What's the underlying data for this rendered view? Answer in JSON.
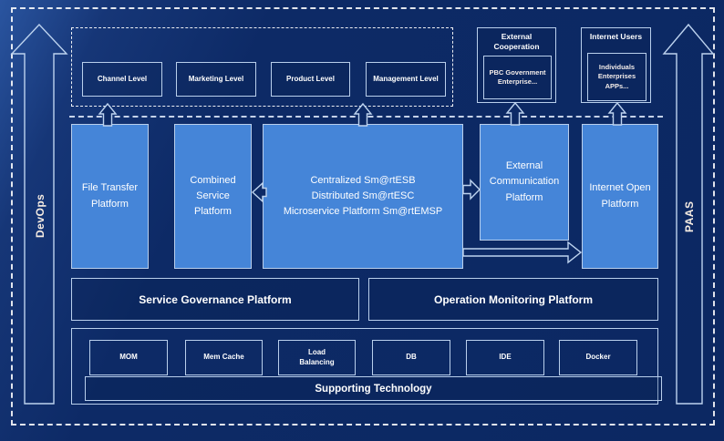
{
  "colors": {
    "background": "#0d2a66",
    "platform_fill": "#4585d8",
    "border_light": "#b9cfec",
    "dashed_white": "#ffffff",
    "text": "#ffffff"
  },
  "rails": {
    "left": "DevOps",
    "right": "PAAS"
  },
  "levels": {
    "items": [
      "Channel Level",
      "Marketing Level",
      "Product Level",
      "Management Level"
    ]
  },
  "external_cooperation": {
    "title": "External Cooperation",
    "body": "PBC Government Enterprise..."
  },
  "internet_users": {
    "title": "Internet Users",
    "body": "Individuals Enterprises APPs..."
  },
  "platforms": {
    "file_transfer": "File Transfer Platform",
    "combined_service": "Combined Service Platform",
    "central": {
      "lines": [
        "Centralized Sm@rtESB",
        "Distributed Sm@rtESC",
        "Microservice Platform Sm@rtEMSP"
      ]
    },
    "external_communication": "External Communication Platform",
    "internet_open": "Internet Open Platform"
  },
  "governance": {
    "service": "Service Governance Platform",
    "operation": "Operation Monitoring Platform"
  },
  "supporting": {
    "items": [
      "MOM",
      "Mem Cache",
      "Load Balancing",
      "DB",
      "IDE",
      "Docker"
    ],
    "bar": "Supporting Technology"
  }
}
